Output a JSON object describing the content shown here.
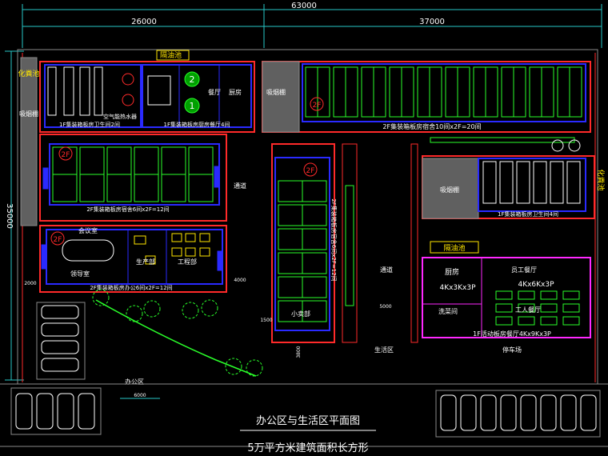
{
  "dimensions": {
    "total": "63000",
    "left": "26000",
    "right": "37000",
    "height": "35000"
  },
  "labels": {
    "drain_pool": "化粪池",
    "septic_top": "隔油池",
    "smoke_shed_left": "吸烟棚",
    "smoke_shed_right": "吸烟棚",
    "smoke_shed_mid": "吸烟棚",
    "air_heater": "空气能热水器",
    "kitchen": "餐厅",
    "cook": "厨房",
    "dorm_row_top": "1F集装箱板房卫生间2间",
    "kitchen_row": "1F集装箱板房厨房餐厅4间",
    "dorm_top_right": "2F集装箱板房宿舍10间x2F=20间",
    "dorm_left_mid": "2F集装箱板房宿舍6间x2F=12间",
    "office_left": "2F集装箱板房办公6间x2F=12间",
    "meeting": "会议室",
    "leader_office": "领导室",
    "production": "生产部",
    "engineering": "工程部",
    "center_dorm": "2F集装箱板房宿舍6间x2F=12间",
    "small_shop": "小卖部",
    "right_wc": "1F集装箱板房卫生间4间",
    "right_shed": "吸烟棚",
    "isolation": "隔油池",
    "canteen_kitchen": "厨房",
    "canteen_size": "4Kx3Kx3P",
    "worker_canteen": "员工餐厅",
    "worker_canteen_size": "4Kx6Kx3P",
    "washroom": "洗菜间",
    "worker_hall": "工人餐厅",
    "canteen_bottom": "1F活动板房餐厅4Kx9Kx3P",
    "aisle_left": "通道",
    "aisle_center": "通道",
    "living_gate": "生活区",
    "office_gate": "办公区",
    "parking_right": "停车场",
    "tag_2f": "2F",
    "dim_5000a": "5000",
    "dim_4000": "4000",
    "dim_6000": "6000",
    "dim_1500": "1500",
    "dim_3800": "3800",
    "dim_2000": "2000",
    "title_1": "办公区与生活区平面图",
    "title_2": "5万平方米建筑面积长方形"
  },
  "colors": {
    "bg": "#000000",
    "wall_red": "#ff2a2a",
    "room_blue": "#2a2aff",
    "green": "#2aff2a",
    "cyan": "#27c7c7",
    "magenta": "#ff28ff",
    "yellow": "#ffe600",
    "white": "#ffffff",
    "gray": "#8a8a8a"
  }
}
